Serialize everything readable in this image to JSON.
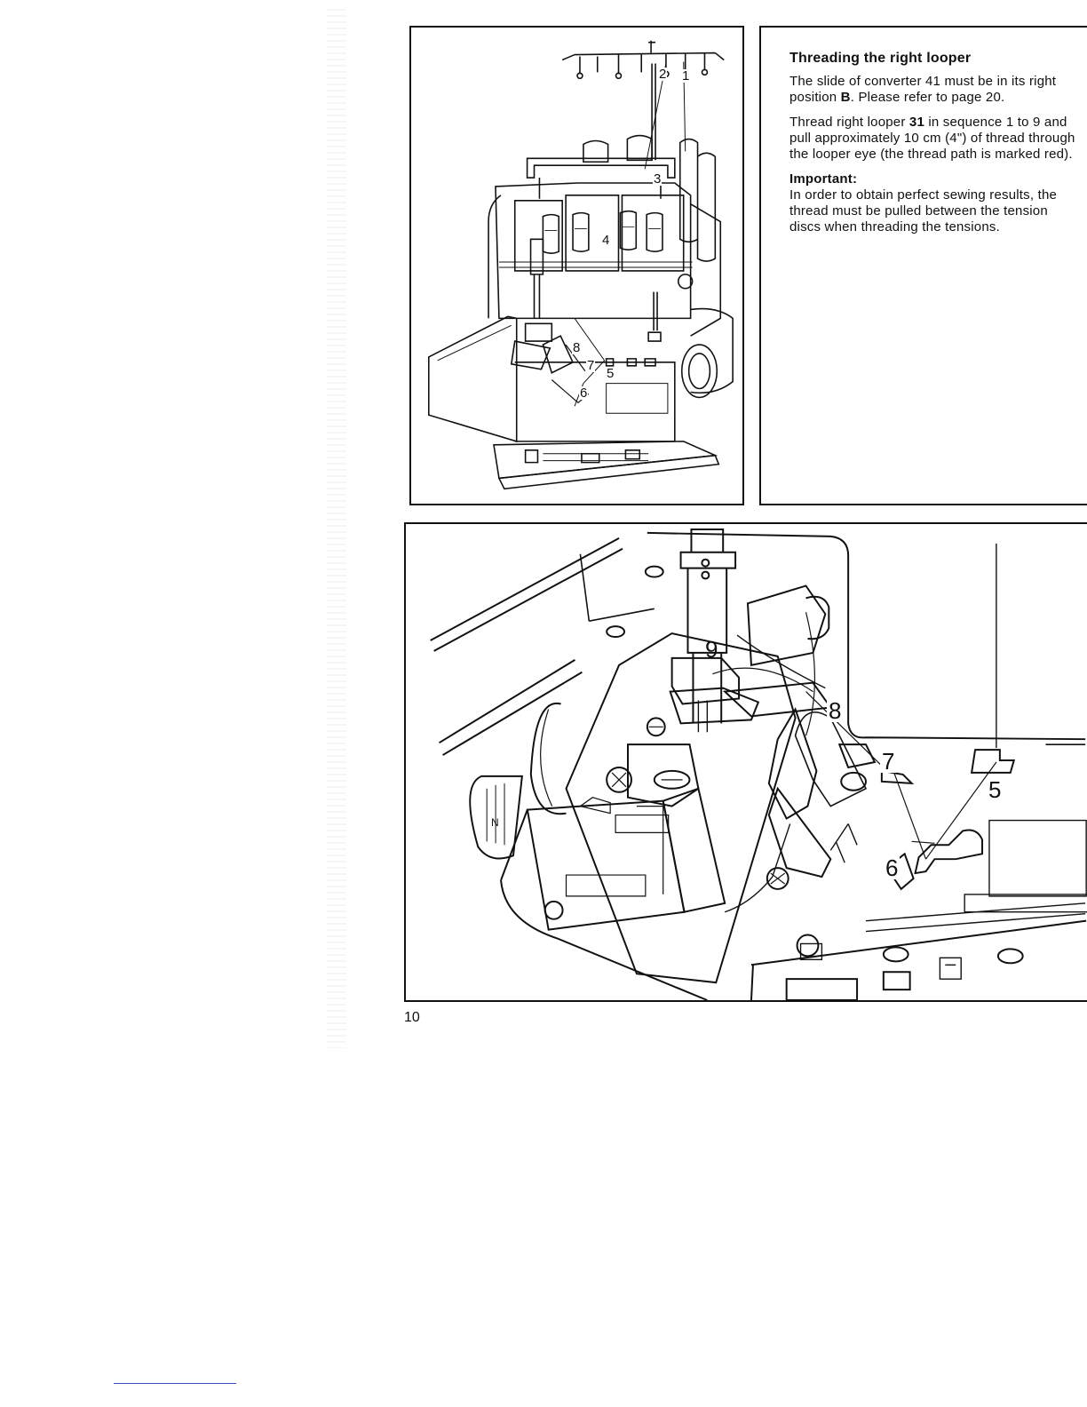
{
  "section": {
    "title": "Threading the right looper",
    "paragraph_1": {
      "before": "The slide of converter 41 must be in its right position ",
      "bold": "B",
      "after": ". Please refer to page 20."
    },
    "paragraph_2": {
      "before": "Thread right looper ",
      "bold": "31",
      "after": " in sequence 1 to 9 and pull approximately 10 cm (4\") of thread through the looper eye (the thread path is marked red)."
    },
    "important_heading": "Important:",
    "important_text": "In order to obtain perfect sewing results, the thread must be pulled between the tension discs when threading the tensions."
  },
  "figure_top": {
    "callouts": [
      "2",
      "1",
      "3",
      "4",
      "8",
      "7",
      "5",
      "6"
    ]
  },
  "figure_bottom": {
    "callouts": [
      "9",
      "8",
      "7",
      "5",
      "6"
    ],
    "dial_letter": "N"
  },
  "page_number": "10"
}
